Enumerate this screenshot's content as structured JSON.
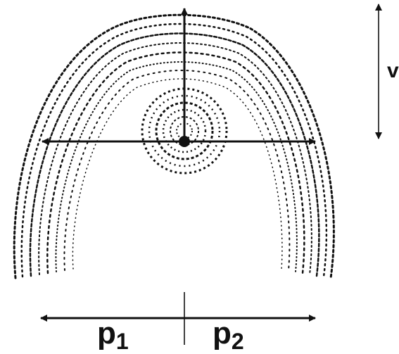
{
  "labels": {
    "vertical": "v",
    "left_width": "p",
    "left_width_sub": "1",
    "right_width": "p",
    "right_width_sub": "2"
  }
}
